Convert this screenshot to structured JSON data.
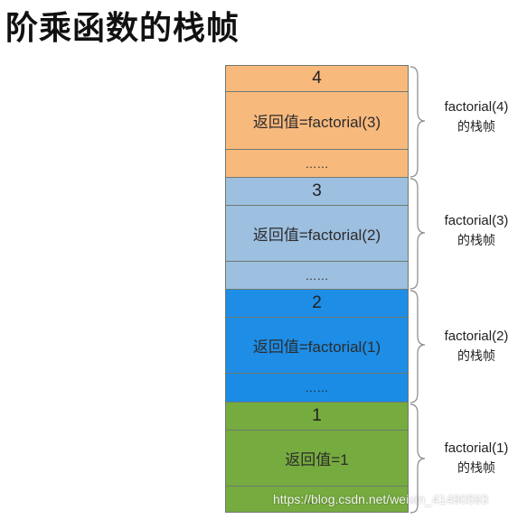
{
  "title": "阶乘函数的栈帧",
  "frames": [
    {
      "number": "4",
      "return_text": "返回值=factorial(3)",
      "dots": "……",
      "label_line1": "factorial(4)",
      "label_line2": "的栈帧"
    },
    {
      "number": "3",
      "return_text": "返回值=factorial(2)",
      "dots": "……",
      "label_line1": "factorial(3)",
      "label_line2": "的栈帧"
    },
    {
      "number": "2",
      "return_text": "返回值=factorial(1)",
      "dots": "……",
      "label_line1": "factorial(2)",
      "label_line2": "的栈帧"
    },
    {
      "number": "1",
      "return_text": "返回值=1",
      "dots": "……",
      "label_line1": "factorial(1)",
      "label_line2": "的栈帧"
    }
  ],
  "watermark": "https://blog.csdn.net/weixin_41490593",
  "colors": {
    "frame4": "#f8b97d",
    "frame3": "#9dbfe0",
    "frame2": "#1d8de6",
    "frame1": "#76ab3f",
    "cell_border": "#6f7a6f"
  }
}
